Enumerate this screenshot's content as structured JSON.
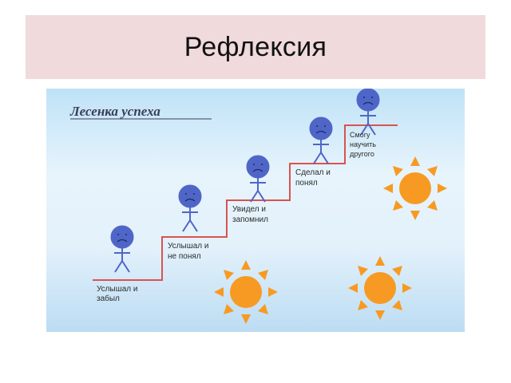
{
  "slide": {
    "title": "Рефлексия"
  },
  "ladder": {
    "heading": "Лесенка успеха",
    "steps": [
      {
        "line1": "Услышал и",
        "line2": "забыл"
      },
      {
        "line1": "Услышал и",
        "line2": "не понял"
      },
      {
        "line1": "Увидел и",
        "line2": "запомнил"
      },
      {
        "line1": "Сделал и",
        "line2": "понял"
      },
      {
        "line1": "Смогу",
        "line2": "научить",
        "line3": "другого"
      }
    ]
  },
  "colors": {
    "title_band": "#f0dadb",
    "stair_line": "#d9534f",
    "figure_fill": "#4f66c8",
    "sun_fill": "#f79a23",
    "heading_text": "#3a3d57"
  },
  "icons": {
    "figure": "stick-figure-icon",
    "sun": "sun-icon"
  }
}
